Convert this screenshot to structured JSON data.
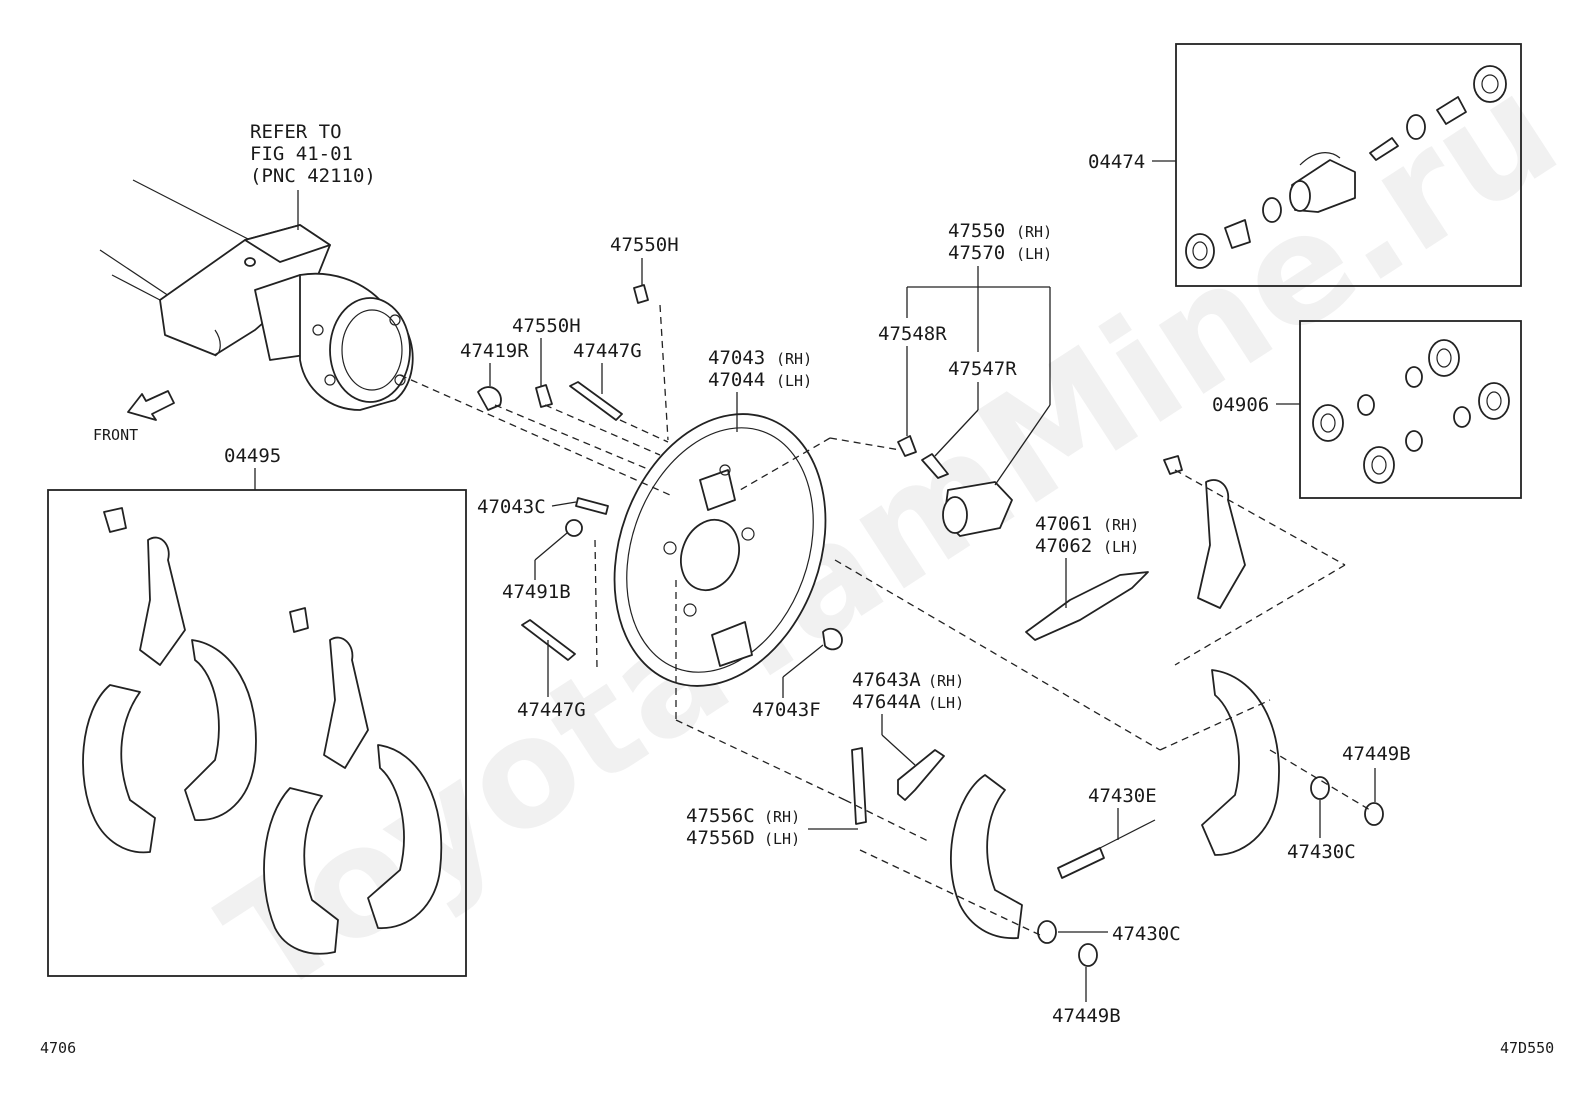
{
  "watermark": "ToyotaTamMine.ru",
  "refer_note": [
    "REFER TO",
    "FIG 41-01",
    "(PNC 42110)"
  ],
  "front_label": "FRONT",
  "footer": {
    "left": "4706",
    "right": "47D550"
  },
  "labels": {
    "p04474": "04474",
    "p04906": "04906",
    "p04495": "04495",
    "p47550H_top": "47550H",
    "p47550H": "47550H",
    "p47419R": "47419R",
    "p47447G_top": "47447G",
    "p47043": "47043",
    "p47044": "47044",
    "p47043C": "47043C",
    "p47491B": "47491B",
    "p47447G": "47447G",
    "p47043F": "47043F",
    "p47550": "47550",
    "p47570": "47570",
    "p47548R": "47548R",
    "p47547R": "47547R",
    "p47061": "47061",
    "p47062": "47062",
    "p47643A": "47643A",
    "p47644A": "47644A",
    "p47556C": "47556C",
    "p47556D": "47556D",
    "p47430E": "47430E",
    "p47430C_right": "47430C",
    "p47430C": "47430C",
    "p47449B_right": "47449B",
    "p47449B": "47449B"
  },
  "suffix": {
    "rh": "(RH)",
    "lh": "(LH)"
  }
}
